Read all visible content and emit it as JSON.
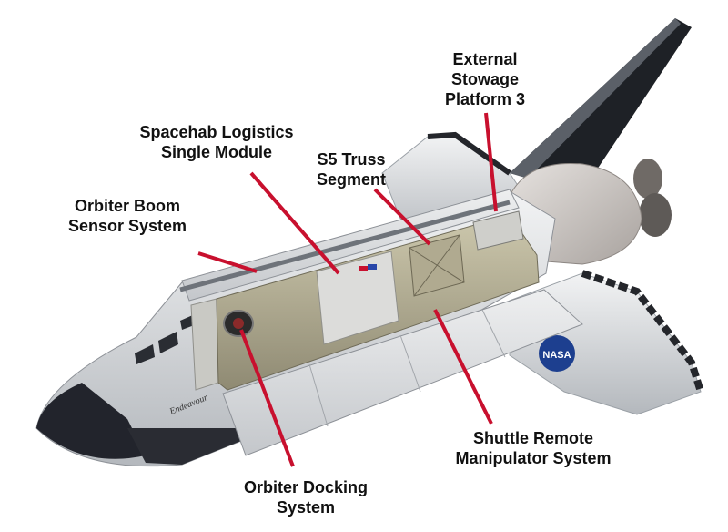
{
  "colors": {
    "leader_line": "#c8102e",
    "label_text": "#111111",
    "hull_white": "#e9eaeb",
    "hull_shadow": "#a9adb2",
    "tile_black": "#1b1d22",
    "bay_interior": "#b8b39a",
    "door_panel": "#d9dadc",
    "nasa_blue": "#1d3f8f"
  },
  "orbiter_name": "Endeavour",
  "insignia": "NASA",
  "labels": {
    "esp3": [
      "External",
      "Stowage",
      "Platform 3"
    ],
    "spacehab": [
      "Spacehab Logistics",
      "Single Module"
    ],
    "s5": [
      "S5 Truss",
      "Segment"
    ],
    "obss": [
      "Orbiter Boom",
      "Sensor System"
    ],
    "srms": [
      "Shuttle Remote",
      "Manipulator System"
    ],
    "ods": [
      "Orbiter Docking",
      "System"
    ]
  }
}
